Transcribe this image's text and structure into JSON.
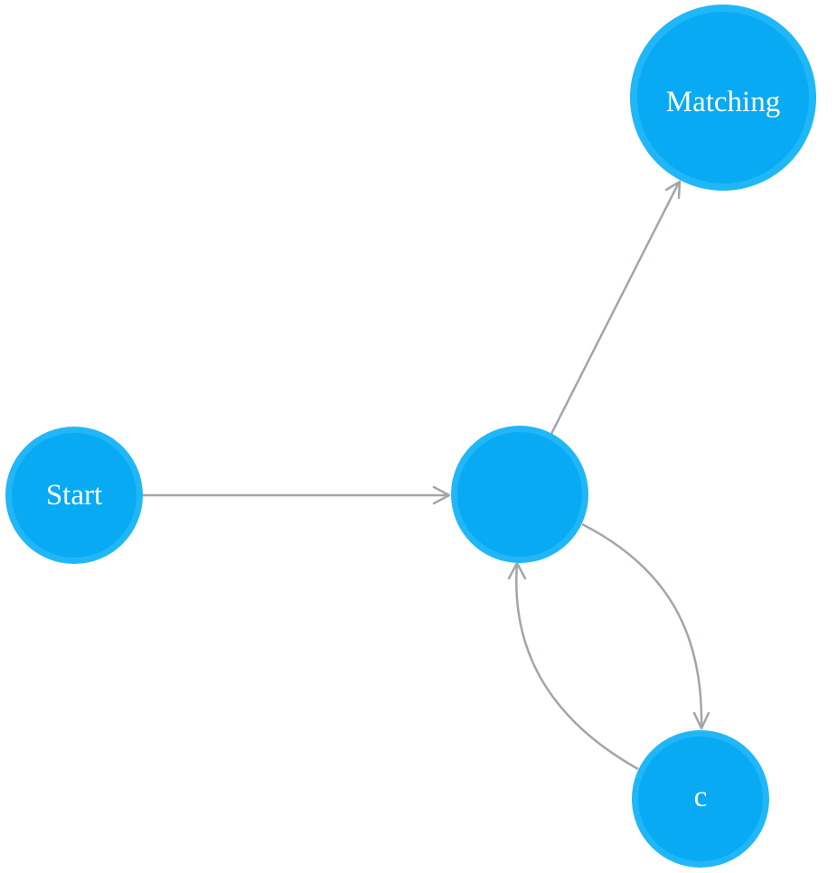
{
  "diagram": {
    "type": "state-graph",
    "node_color": "#08aaf4",
    "node_border_color": "#20b7f8",
    "edge_color": "#a3a6a8",
    "label_color": "#ffffff",
    "nodes": {
      "start": {
        "label": "Start"
      },
      "middle": {
        "label": ""
      },
      "matching": {
        "label": "Matching"
      },
      "c": {
        "label": "c"
      }
    },
    "edges": [
      {
        "from": "start",
        "to": "middle",
        "label": ""
      },
      {
        "from": "middle",
        "to": "matching",
        "label": ""
      },
      {
        "from": "middle",
        "to": "c",
        "label": ""
      },
      {
        "from": "c",
        "to": "middle",
        "label": ""
      }
    ]
  }
}
